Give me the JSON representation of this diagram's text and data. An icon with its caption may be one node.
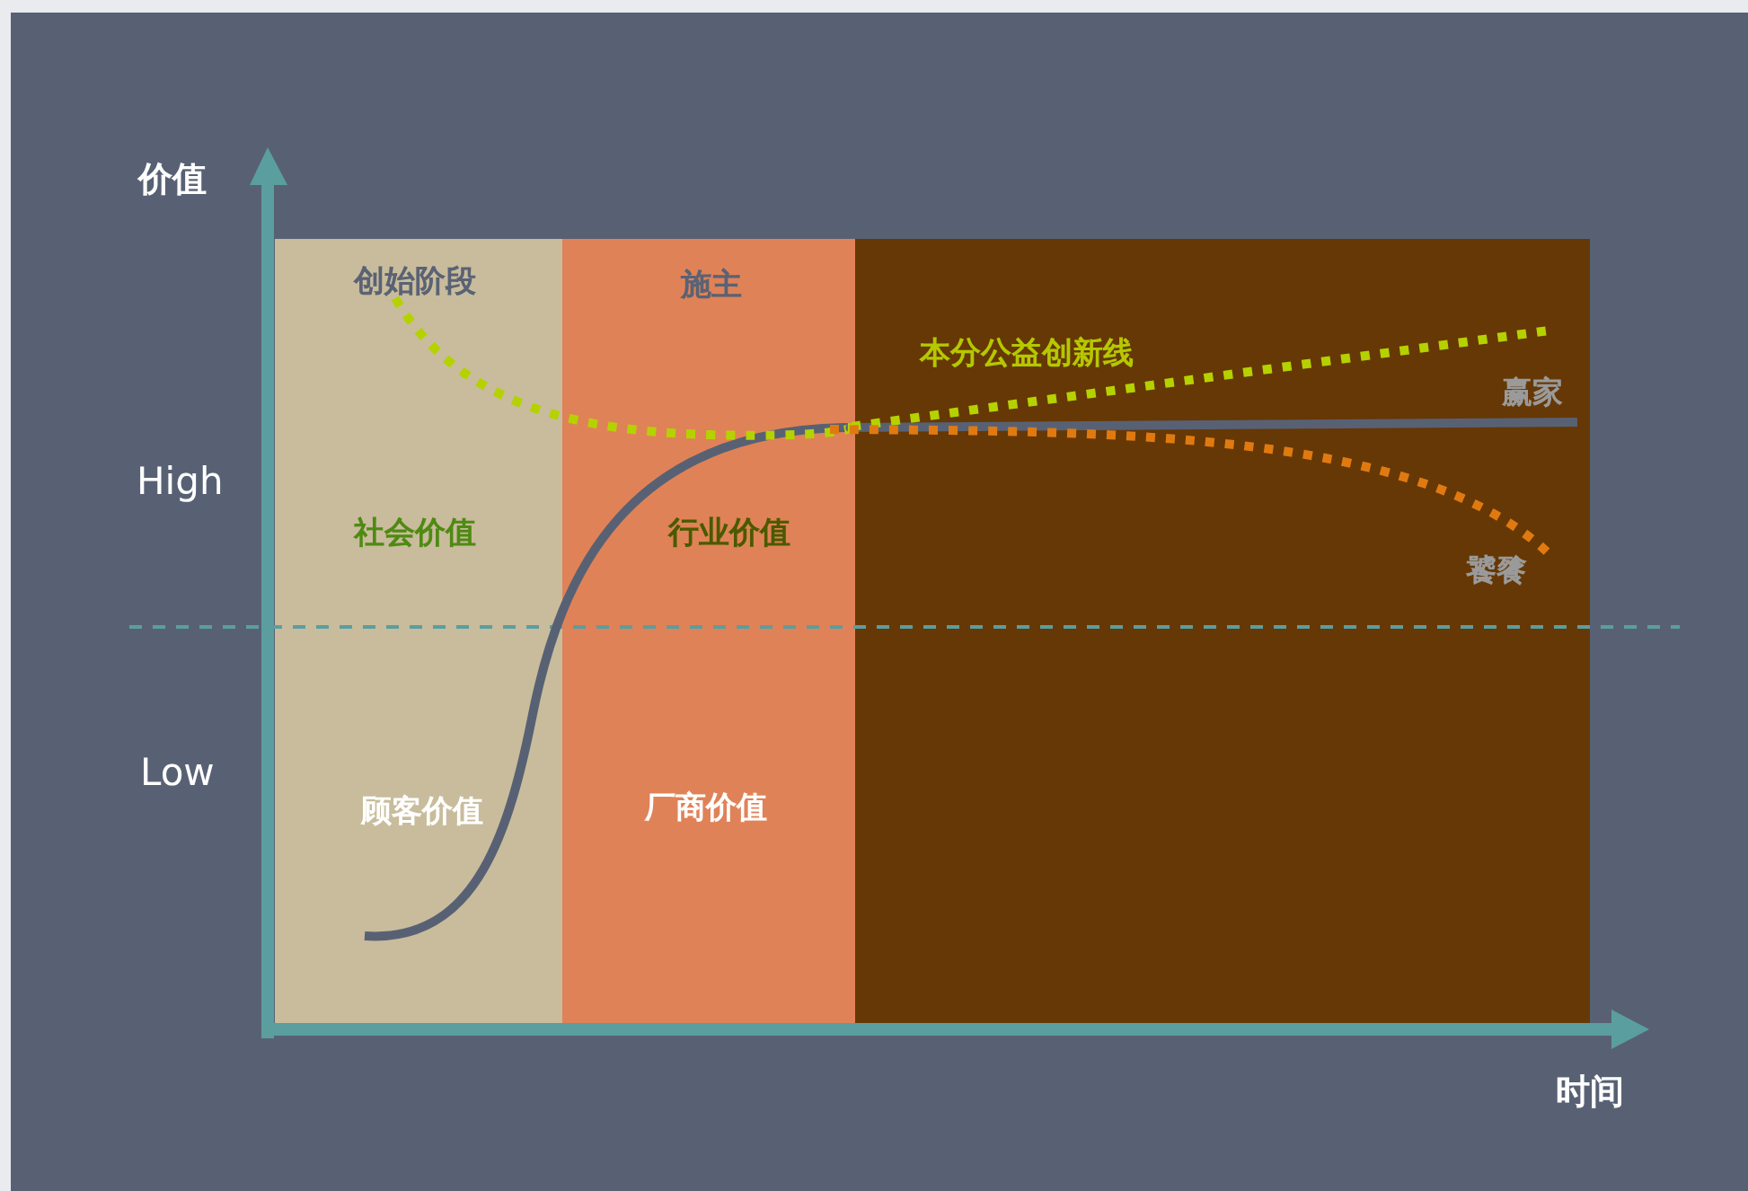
{
  "diagram": {
    "nodes": [
      {
        "text": [
          "创始阶段",
          "社会价值",
          "顾客价值"
        ]
      },
      {
        "text": [
          "施主",
          "行业价值",
          "厂商价值"
        ]
      },
      {
        "text": [],
        "shape": "box"
      }
    ],
    "labels": [
      "价值",
      "High",
      "Low",
      "本分公益创新线",
      "赢家",
      "饕餮",
      "时间"
    ]
  }
}
